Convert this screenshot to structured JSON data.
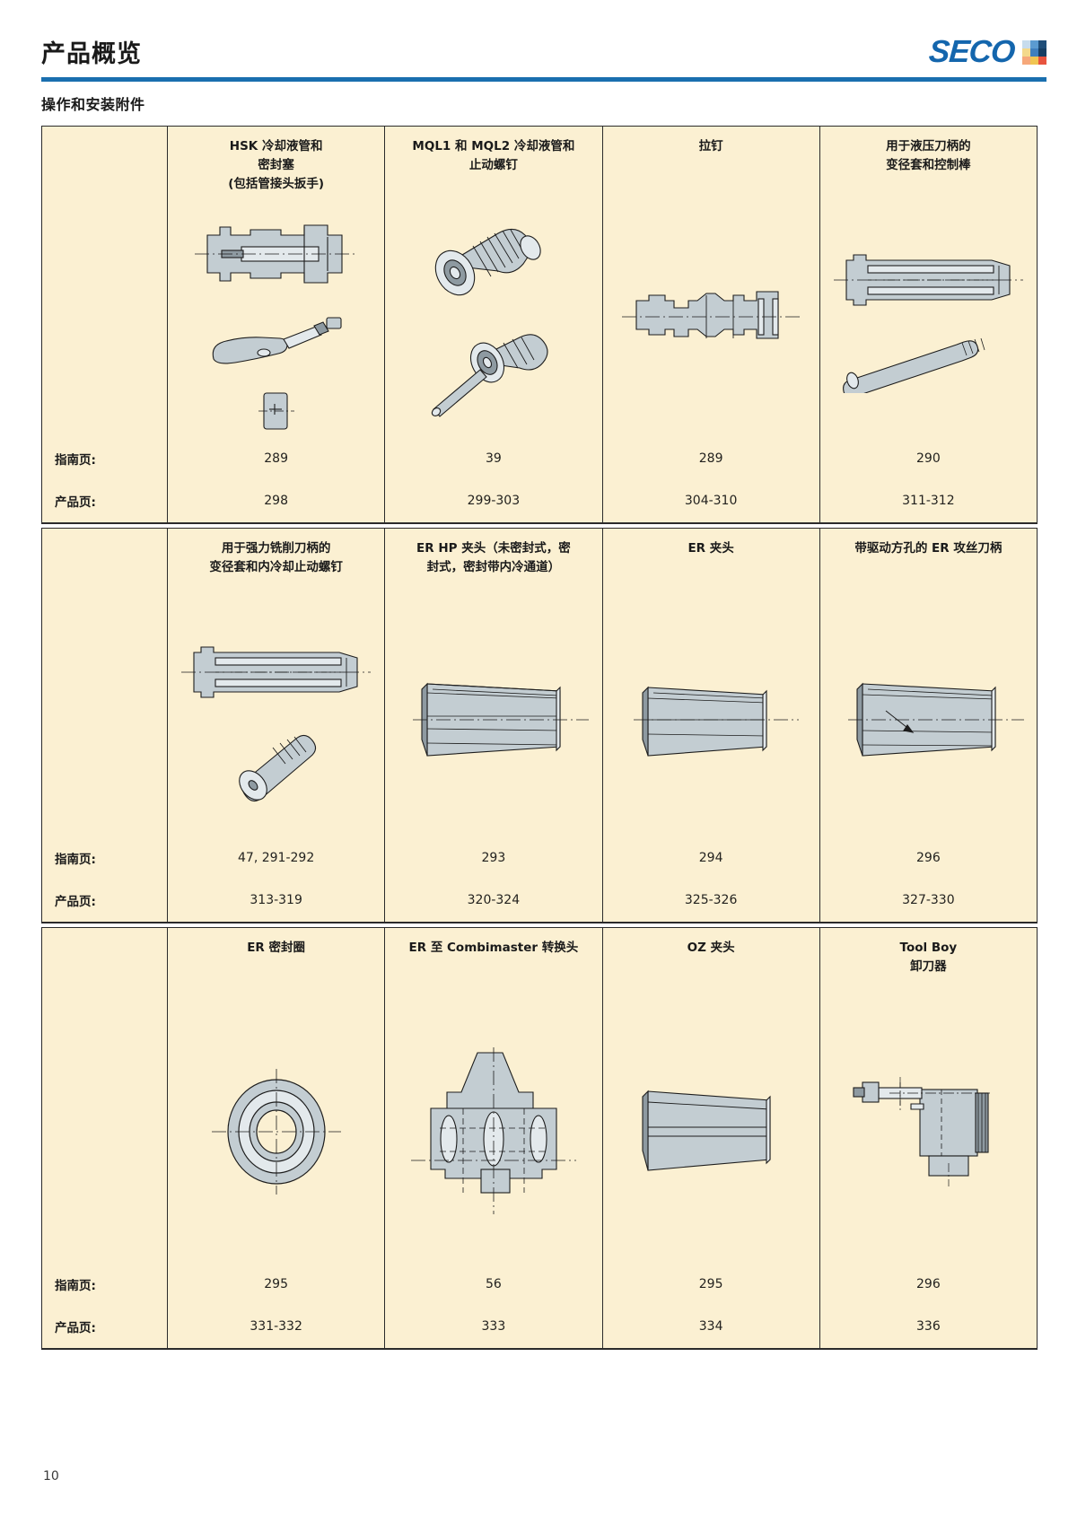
{
  "header": {
    "title": "产品概览",
    "subtitle": "操作和安装附件",
    "brand_word": "SECO",
    "rule_color": "#1a6faf",
    "brand_color": "#1466ad",
    "brand_grid_colors": [
      "#c7dced",
      "#5b9bd0",
      "#1f4e79",
      "#f3d98c",
      "#3f7fbd",
      "#163e63",
      "#f6a87a",
      "#f0c552",
      "#e8543f"
    ]
  },
  "table": {
    "row_label_guide": "指南页:",
    "row_label_product": "产品页:",
    "bg_color": "#fbf0d2",
    "border_color": "#2b2b2b",
    "rows": [
      {
        "columns": [
          {
            "title": "HSK 冷却液管和\n密封塞\n(包括管接头扳手)",
            "title_lines": [
              "HSK 冷却液管和",
              "密封塞",
              "(包括管接头扳手)"
            ],
            "art": [
              "hsk-coolant-tube-holder-icon",
              "t-wrench-icon",
              "plug-icon"
            ],
            "guide_page": "289",
            "product_page": "298"
          },
          {
            "title_lines": [
              "MQL1 和 MQL2 冷却液管和",
              "止动螺钉"
            ],
            "art": [
              "mql-threaded-fitting-icon",
              "mql-tube-fitting-icon"
            ],
            "guide_page": "39",
            "product_page": "299-303"
          },
          {
            "title_lines": [
              "拉钉"
            ],
            "art": [
              "pull-stud-icon"
            ],
            "guide_page": "289",
            "product_page": "304-310"
          },
          {
            "title_lines": [
              "用于液压刀柄的",
              "变径套和控制棒"
            ],
            "art": [
              "reduction-sleeve-icon",
              "control-rod-icon"
            ],
            "guide_page": "290",
            "product_page": "311-312"
          }
        ]
      },
      {
        "columns": [
          {
            "title_lines": [
              "用于强力铣削刀柄的",
              "变径套和内冷却止动螺钉"
            ],
            "art": [
              "reduction-sleeve-icon",
              "set-screw-icon"
            ],
            "guide_page": "47, 291-292",
            "product_page": "313-319"
          },
          {
            "title_lines": [
              "ER HP 夹头（未密封式，密",
              "封式，密封带内冷通道）"
            ],
            "art": [
              "er-hp-collet-icon"
            ],
            "guide_page": "293",
            "product_page": "320-324"
          },
          {
            "title_lines": [
              "ER 夹头"
            ],
            "art": [
              "er-collet-icon"
            ],
            "guide_page": "294",
            "product_page": "325-326"
          },
          {
            "title_lines": [
              "带驱动方孔的 ER 攻丝刀柄"
            ],
            "art": [
              "er-tapping-collet-icon"
            ],
            "guide_page": "296",
            "product_page": "327-330"
          }
        ]
      },
      {
        "columns": [
          {
            "title_lines": [
              "ER 密封圈"
            ],
            "art": [
              "er-sealing-ring-icon"
            ],
            "guide_page": "295",
            "product_page": "331-332"
          },
          {
            "title_lines": [
              "ER 至 Combimaster 转换头"
            ],
            "art": [
              "er-to-combimaster-adapter-icon"
            ],
            "guide_page": "56",
            "product_page": "333"
          },
          {
            "title_lines": [
              "OZ 夹头"
            ],
            "art": [
              "oz-collet-icon"
            ],
            "guide_page": "295",
            "product_page": "334"
          },
          {
            "title_lines": [
              "Tool Boy",
              "卸刀器"
            ],
            "art": [
              "tool-boy-icon"
            ],
            "guide_page": "296",
            "product_page": "336"
          }
        ]
      }
    ]
  },
  "footer": {
    "page_number": "10"
  }
}
